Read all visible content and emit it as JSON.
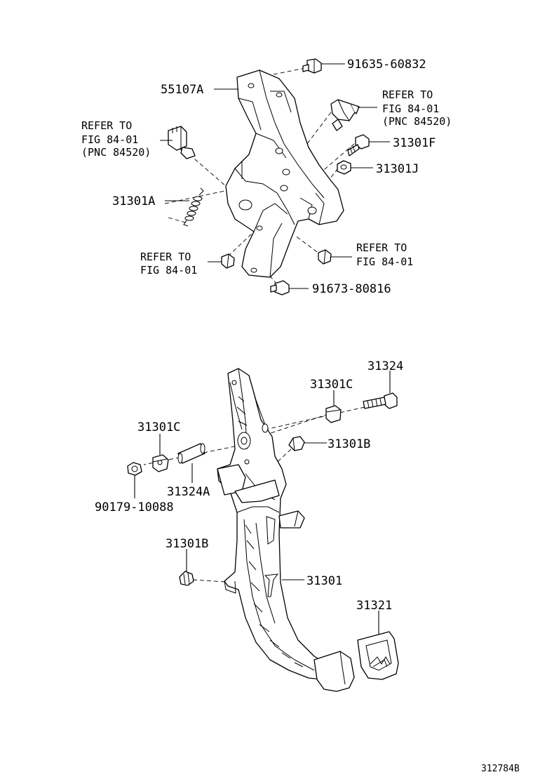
{
  "diagram_code": "312784B",
  "labels": {
    "bracket": "55107A",
    "bolt_top": "91635-60832",
    "switch_right_ref": [
      "REFER TO",
      "FIG 84-01",
      "(PNC 84520)"
    ],
    "switch_left_ref": [
      "REFER TO",
      "FIG 84-01",
      "(PNC 84520)"
    ],
    "bolt_f": "31301F",
    "nut_j": "31301J",
    "spring": "31301A",
    "nut_left_ref": [
      "REFER TO",
      "FIG 84-01"
    ],
    "nut_right_ref": [
      "REFER TO",
      "FIG 84-01"
    ],
    "bolt_bottom": "91673-80816",
    "pedal_bolt": "31324",
    "bushing_right": "31301C",
    "cushion_right": "31301B",
    "bushing_left": "31301C",
    "collar": "31324A",
    "nut_small": "90179-10088",
    "cushion_left": "31301B",
    "pedal": "31301",
    "pedal_pad": "31321"
  }
}
